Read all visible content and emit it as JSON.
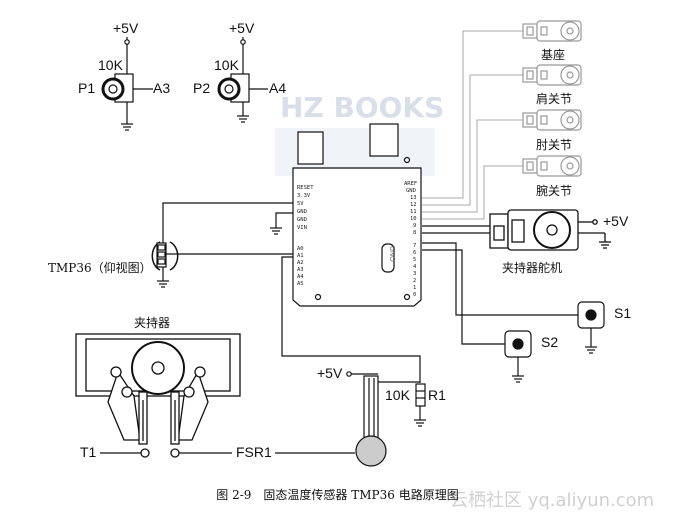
{
  "diagram": {
    "supply_label": "+5V",
    "pot1": {
      "value": "10K",
      "name": "P1",
      "pin": "A3"
    },
    "pot2": {
      "value": "10K",
      "name": "P2",
      "pin": "A4"
    },
    "servos": [
      "基座",
      "肩关节",
      "肘关节",
      "腕关节"
    ],
    "gripper_servo": {
      "label": "夹持器舵机",
      "supply": "+5V"
    },
    "board": {
      "left_pins": [
        "RESET",
        "3.3V",
        "5V",
        "GND",
        "GND",
        "VIN"
      ],
      "analog_pins": [
        "A0",
        "A1",
        "A2",
        "A3",
        "A4",
        "A5"
      ],
      "right_top_pins": [
        "AREF",
        "GND",
        "13",
        "12",
        "11",
        "10",
        "9",
        "8"
      ],
      "right_bottom_pins": [
        "7",
        "6",
        "5",
        "4",
        "3",
        "2",
        "1",
        "0"
      ],
      "logo": "UNO"
    },
    "sensor_label": "TMP36（仰视图）",
    "gripper_label": "夹持器",
    "switches": [
      {
        "name": "S1"
      },
      {
        "name": "S2"
      }
    ],
    "fsr": {
      "supply": "+5V",
      "resistor_value": "10K",
      "resistor_name": "R1",
      "name": "FSR1"
    },
    "terminal": "T1"
  },
  "caption": "图 2-9　固态温度传感器 TMP36 电路原理图",
  "watermarks": {
    "publisher": "HZ BOOKS",
    "site": "云栖社区 yq.aliyun.com"
  }
}
